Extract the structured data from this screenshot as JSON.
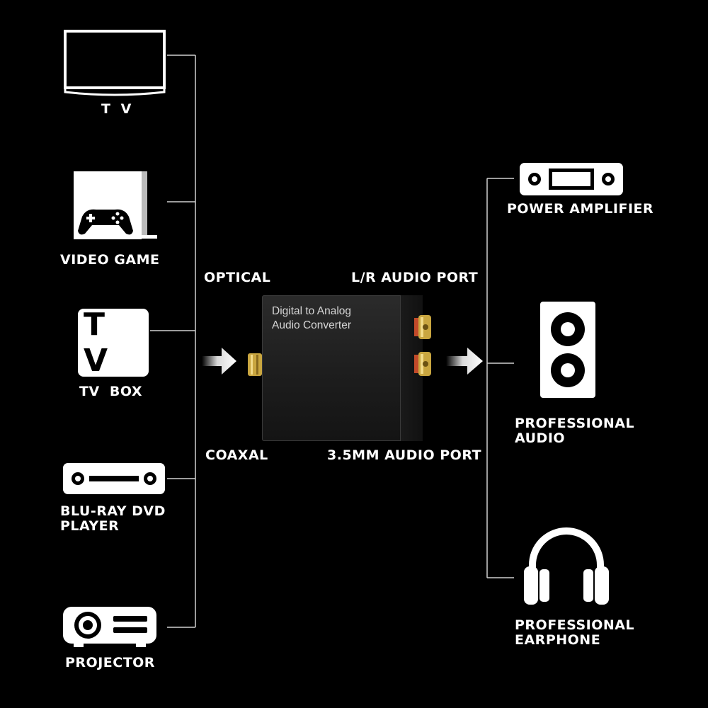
{
  "sources": [
    {
      "id": "tv",
      "label": "T V",
      "icon": "tv-icon"
    },
    {
      "id": "video_game",
      "label": "VIDEO GAME",
      "icon": "game-console-icon"
    },
    {
      "id": "tv_box",
      "label": "TV  BOX",
      "icon": "tv-box-icon",
      "icon_text": "T V"
    },
    {
      "id": "bluray",
      "label": "BLU-RAY DVD PLAYER",
      "icon": "bluray-player-icon"
    },
    {
      "id": "projector",
      "label": "PROJECTOR",
      "icon": "projector-icon"
    }
  ],
  "inputs": {
    "optical": "OPTICAL",
    "coaxal": "COAXAL"
  },
  "outputs_ports": {
    "lr": "L/R AUDIO PORT",
    "mm35": "3.5MM AUDIO PORT"
  },
  "converter": {
    "title_line1": "Digital to Analog",
    "title_line2": "Audio Converter"
  },
  "destinations": [
    {
      "id": "amp",
      "label": "POWER AMPLIFIER",
      "icon": "amplifier-icon"
    },
    {
      "id": "pro_audio",
      "label": "PROFESSIONAL AUDIO",
      "icon": "speaker-icon"
    },
    {
      "id": "earphone",
      "label": "PROFESSIONAL EARPHONE",
      "icon": "headphones-icon"
    }
  ],
  "colors": {
    "background": "#000000",
    "foreground": "#ffffff",
    "connector_gold": "#c9a640"
  }
}
